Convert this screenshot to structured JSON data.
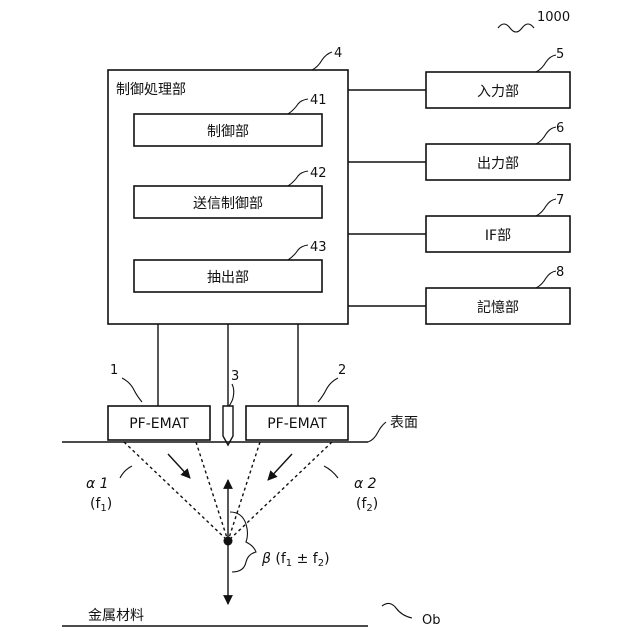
{
  "figure": {
    "system_ref": "1000",
    "controller": {
      "title": "制御処理部",
      "ref": "4"
    },
    "control_unit": {
      "label": "制御部",
      "ref": "41"
    },
    "transmit_control_unit": {
      "label": "送信制御部",
      "ref": "42"
    },
    "extraction_unit": {
      "label": "抽出部",
      "ref": "43"
    },
    "input_unit": {
      "label": "入力部",
      "ref": "5"
    },
    "output_unit": {
      "label": "出力部",
      "ref": "6"
    },
    "if_unit": {
      "label": "IF部",
      "ref": "7"
    },
    "storage_unit": {
      "label": "記憶部",
      "ref": "8"
    },
    "emat_left": {
      "label": "PF-EMAT",
      "ref": "1"
    },
    "emat_right": {
      "label": "PF-EMAT",
      "ref": "2"
    },
    "probe": {
      "ref": "3"
    },
    "surface_label": "表面",
    "alpha1": {
      "angle": "α 1",
      "freq": "(f",
      "freq_sub": "1",
      "freq_close": ")"
    },
    "alpha2": {
      "angle": "α 2",
      "freq": "(f",
      "freq_sub": "2",
      "freq_close": ")"
    },
    "beta": {
      "symbol": "β",
      "open": " (f",
      "sub1": "1",
      "op": " ± f",
      "sub2": "2",
      "close": ")"
    },
    "material_label": "金属材料",
    "object_ref": "Ob"
  }
}
